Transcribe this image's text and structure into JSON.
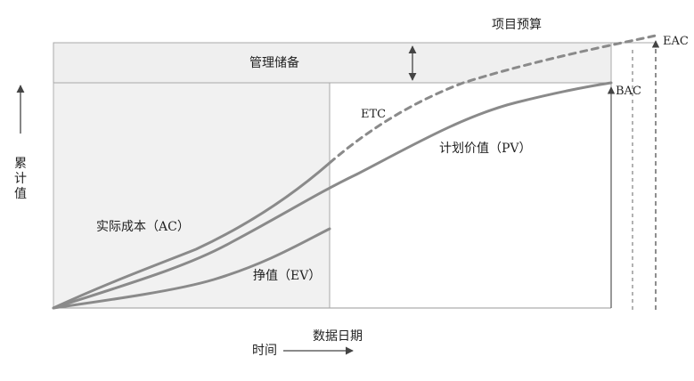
{
  "labels": {
    "project_budget": "项目预算",
    "eac": "EAC",
    "management_reserve": "管理储备",
    "bac": "BAC",
    "etc": "ETC",
    "pv": "计划价值（PV）",
    "ac": "实际成本（AC）",
    "ev": "挣值（EV）",
    "y_axis": "累计值",
    "data_date": "数据日期",
    "time": "时间"
  },
  "colors": {
    "curve": "#8a8a8a",
    "reserve_band": "#eeeeee",
    "plot_area": "#f4f4f4",
    "outline": "#9a9a9a",
    "text": "#222222"
  }
}
